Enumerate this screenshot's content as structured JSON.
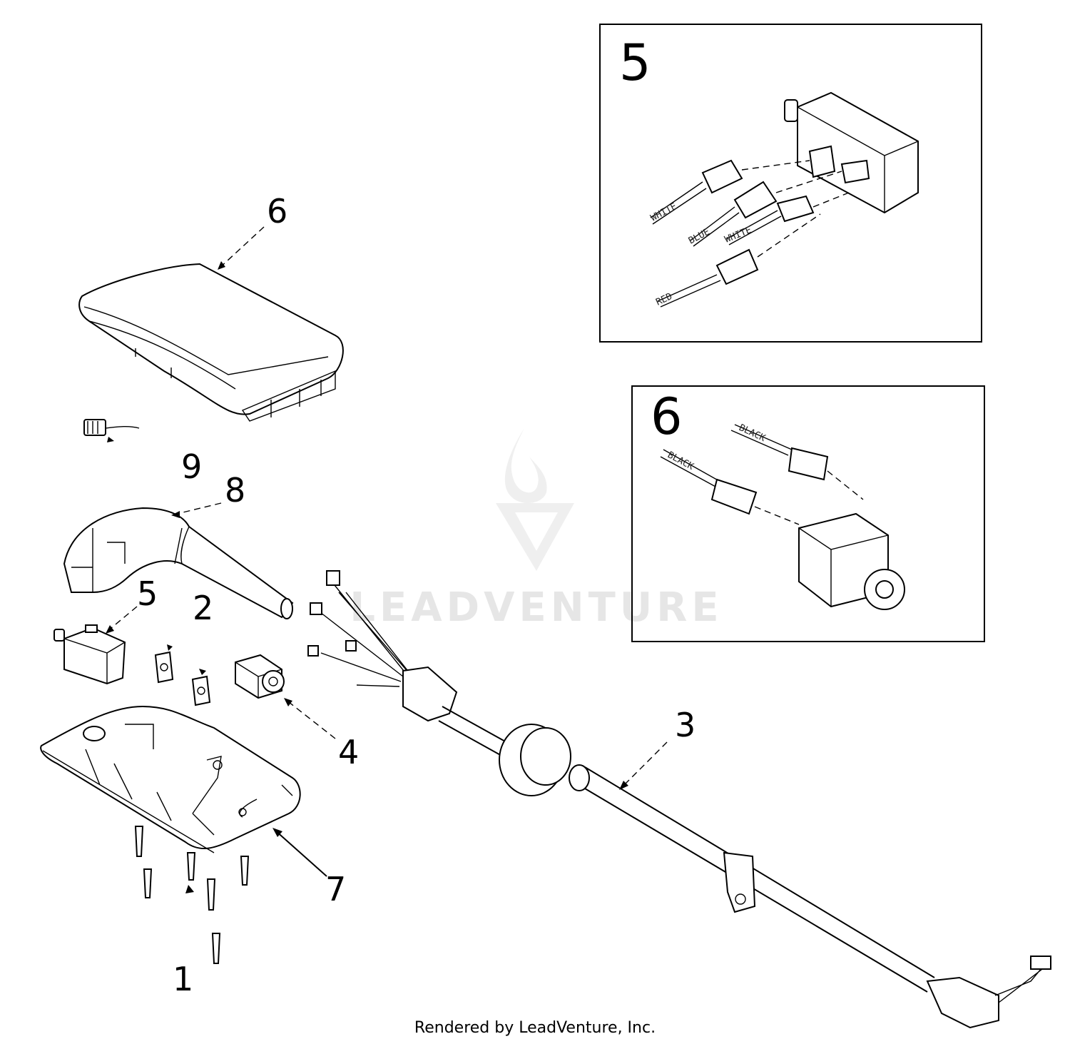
{
  "callouts": {
    "c1": "1",
    "c2": "2",
    "c3": "3",
    "c4": "4",
    "c5": "5",
    "c6": "6",
    "c7": "7",
    "c8": "8",
    "c9": "9"
  },
  "insets": {
    "five": {
      "number": "5",
      "wires": [
        "WHITE",
        "BLUE",
        "WHITE",
        "RED"
      ]
    },
    "six": {
      "number": "6",
      "wires": [
        "BLACK",
        "BLACK"
      ]
    }
  },
  "watermark": "LEADVENTURE",
  "footer": "Rendered by LeadVenture, Inc."
}
